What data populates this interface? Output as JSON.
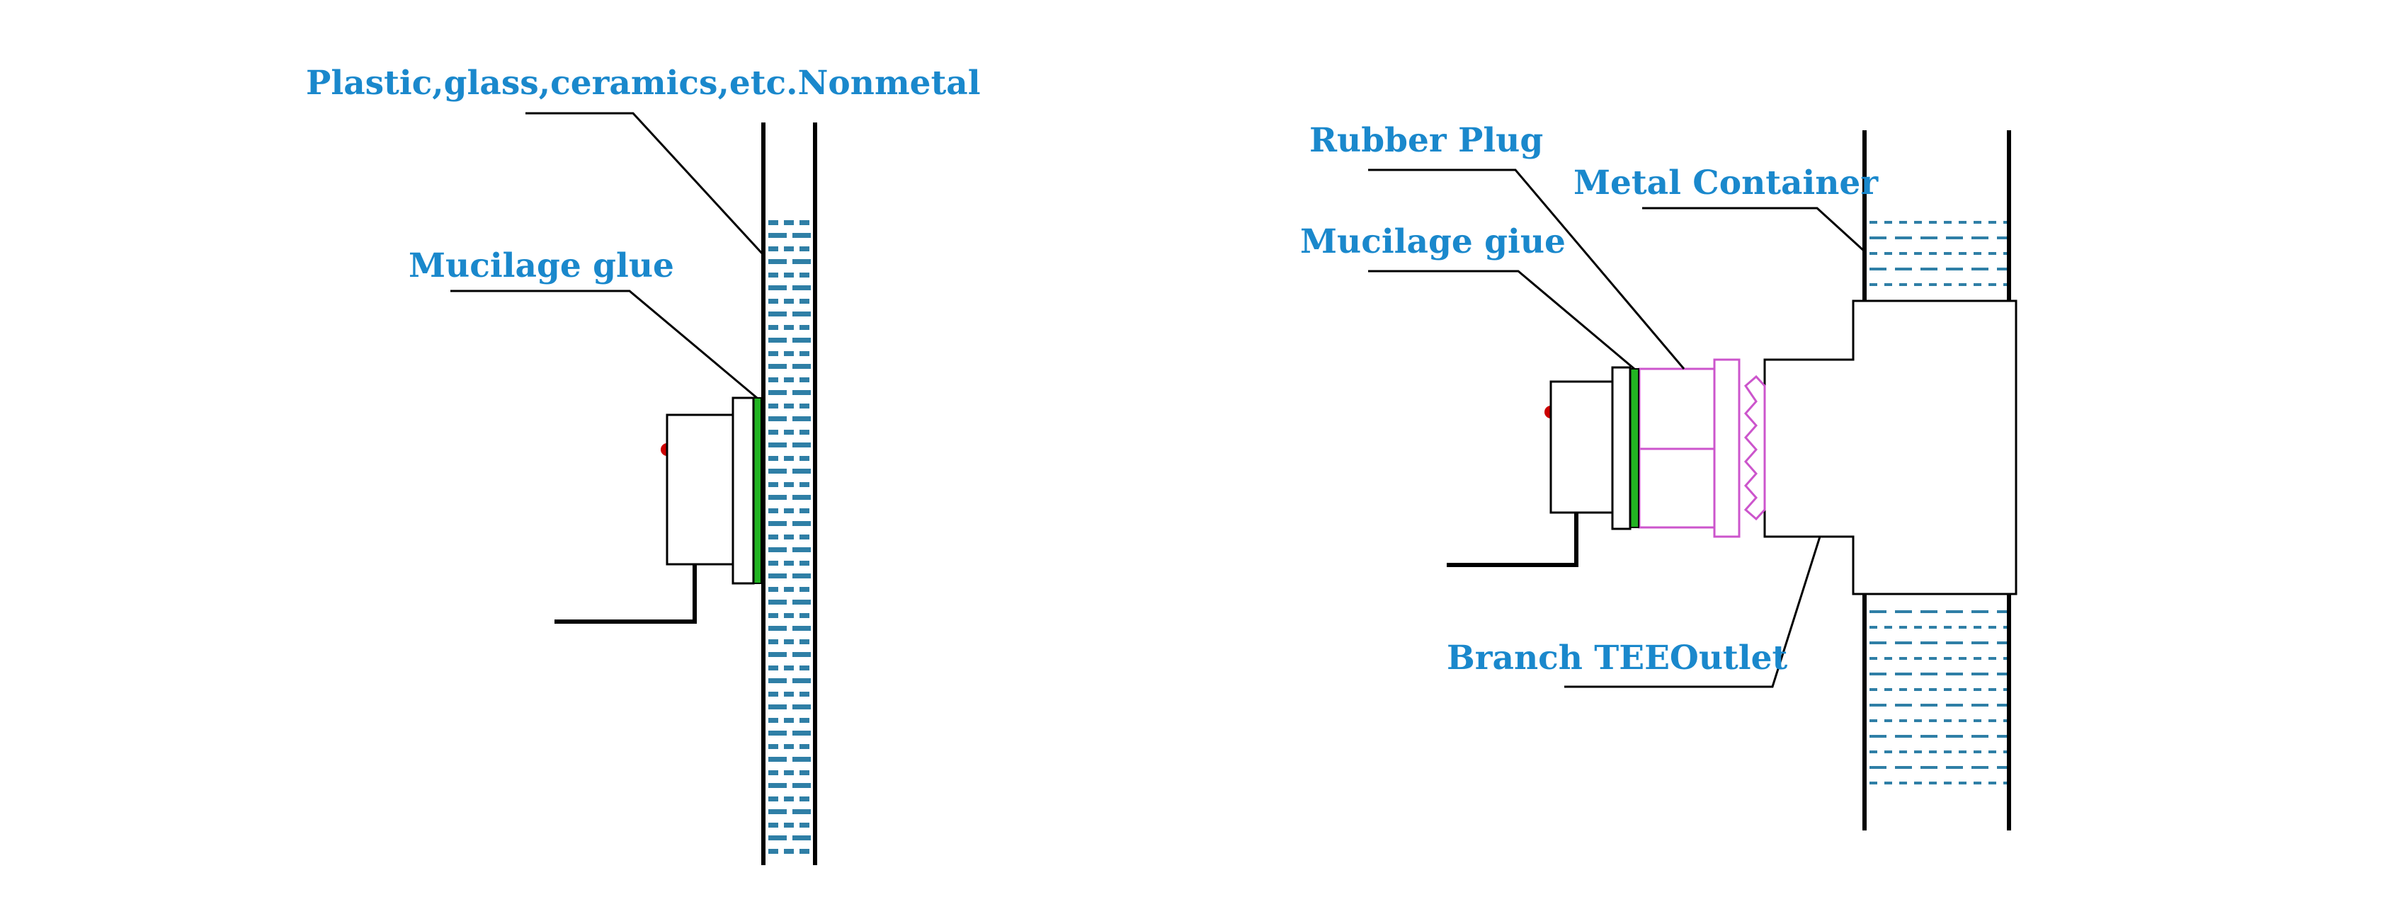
{
  "labels": {
    "nonmetal": "Plastic,glass,ceramics,etc.Nonmetal",
    "glue_left": "Mucilage glue",
    "rubber_plug": "Rubber Plug",
    "metal_container": "Metal Container",
    "glue_right": "Mucilage giue",
    "branch_tee": "Branch TEEOutlet"
  },
  "colors": {
    "label": "#1a88cc",
    "liquid": "#2f7fa6",
    "glue": "#22b422",
    "rubber_plug": "#cc55cc",
    "sensor_dot": "#cc0000",
    "line": "#000000"
  }
}
